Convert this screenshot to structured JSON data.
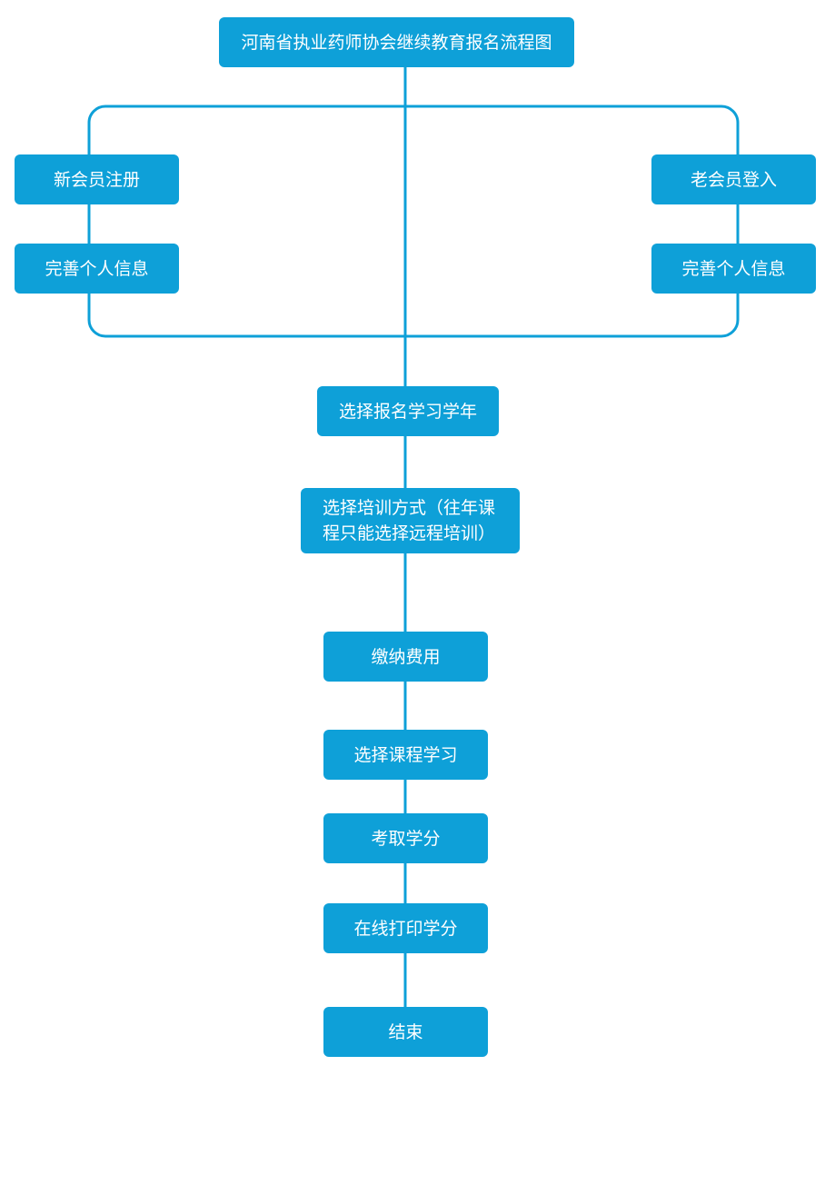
{
  "title": "河南省执业药师协会继续教育报名流程图",
  "branches": {
    "new_member": {
      "register": "新会员注册",
      "complete_info": "完善个人信息"
    },
    "old_member": {
      "login": "老会员登入",
      "complete_info": "完善个人信息"
    }
  },
  "steps": {
    "select_year": "选择报名学习学年",
    "select_training": "选择培训方式（往年课\n程只能选择远程培训）",
    "pay_fees": "缴纳费用",
    "select_courses": "选择课程学习",
    "earn_credits": "考取学分",
    "print_credits": "在线打印学分",
    "end": "结束"
  },
  "colors": {
    "node_fill": "#0ea0d8",
    "connector": "#0ea0d8",
    "text": "#ffffff"
  }
}
